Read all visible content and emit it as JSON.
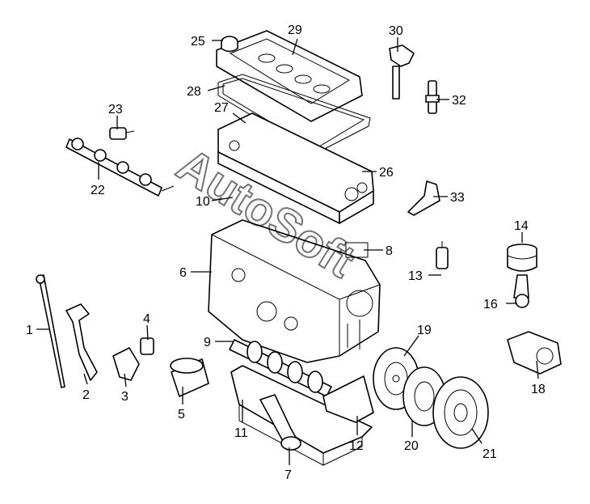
{
  "watermark": "AutoSoft",
  "callouts": [
    {
      "num": "1"
    },
    {
      "num": "2"
    },
    {
      "num": "3"
    },
    {
      "num": "4"
    },
    {
      "num": "5"
    },
    {
      "num": "6"
    },
    {
      "num": "7"
    },
    {
      "num": "8"
    },
    {
      "num": "9"
    },
    {
      "num": "10"
    },
    {
      "num": "11"
    },
    {
      "num": "12"
    },
    {
      "num": "13"
    },
    {
      "num": "14"
    },
    {
      "num": "16"
    },
    {
      "num": "18"
    },
    {
      "num": "19"
    },
    {
      "num": "20"
    },
    {
      "num": "21"
    },
    {
      "num": "22"
    },
    {
      "num": "23"
    },
    {
      "num": "25"
    },
    {
      "num": "26"
    },
    {
      "num": "27"
    },
    {
      "num": "28"
    },
    {
      "num": "29"
    },
    {
      "num": "30"
    },
    {
      "num": "32"
    },
    {
      "num": "33"
    }
  ]
}
